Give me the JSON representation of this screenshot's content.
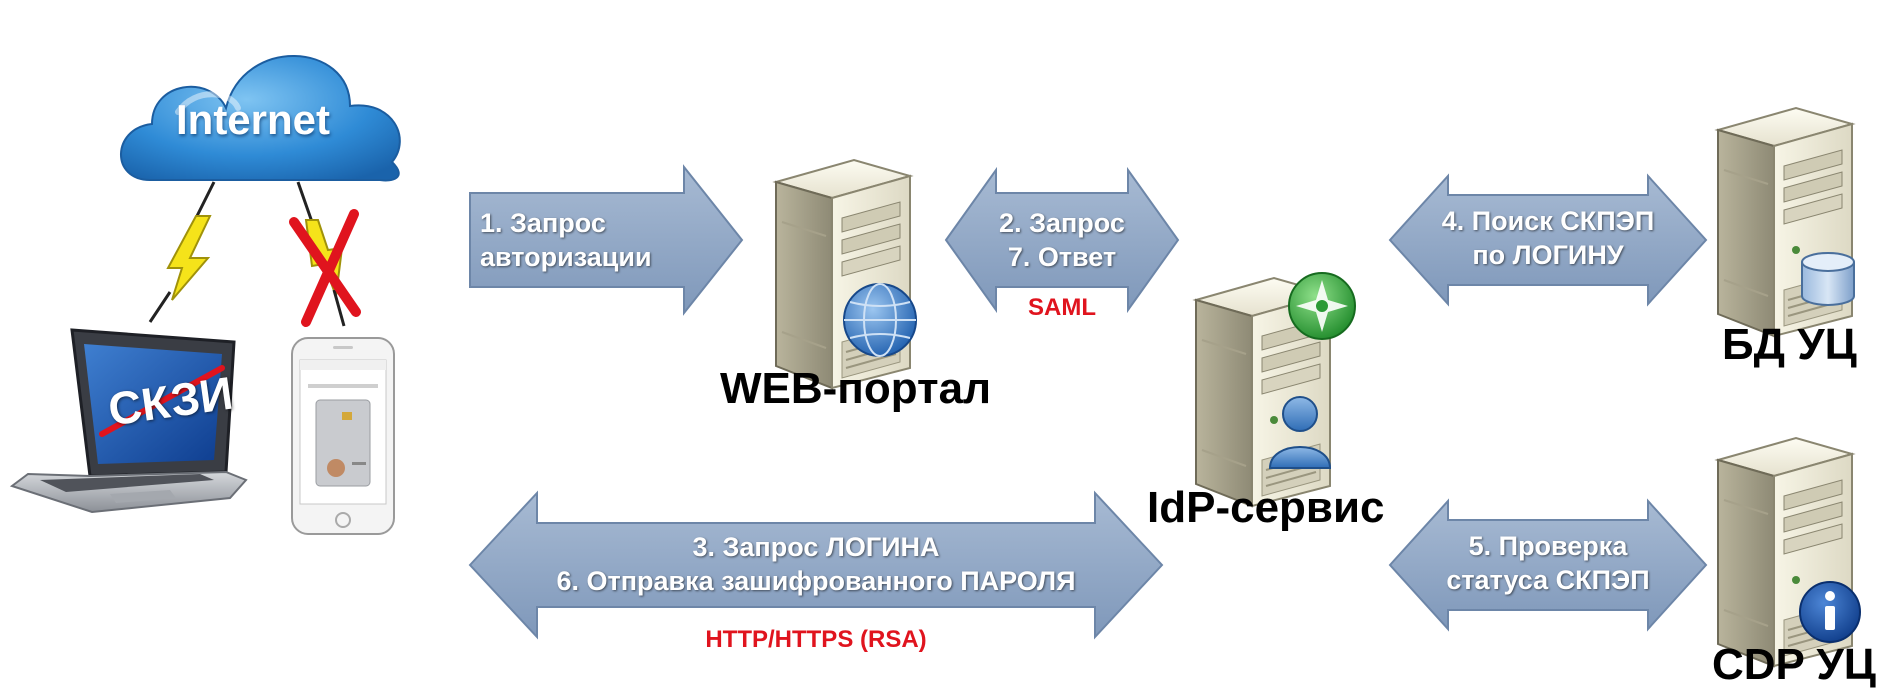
{
  "cloud": {
    "label": "Internet",
    "icon": "cloud-icon"
  },
  "crossed_label": "СКЗИ",
  "arrows": {
    "auth_request": {
      "lines": [
        "1. Запрос",
        "авторизации"
      ]
    },
    "saml": {
      "lines": [
        "2. Запрос",
        "7. Ответ"
      ],
      "protocol": "SAML"
    },
    "login": {
      "lines": [
        "3. Запрос ЛОГИНА",
        "6. Отправка зашифрованного ПАРОЛЯ"
      ],
      "protocol": "HTTP/HTTPS (RSA)"
    },
    "search": {
      "lines": [
        "4. Поиск СКПЭП",
        "по ЛОГИНУ"
      ]
    },
    "status": {
      "lines": [
        "5. Проверка",
        "статуса СКПЭП"
      ]
    }
  },
  "nodes": {
    "web": {
      "label": "WEB-портал",
      "icon": "globe-icon"
    },
    "idp": {
      "label": "IdP-сервис",
      "icon": "user-icon"
    },
    "db": {
      "label": "БД УЦ",
      "icon": "database-icon"
    },
    "cdp": {
      "label": "CDP УЦ",
      "icon": "info-icon"
    }
  },
  "colors": {
    "arrow_fill": "#8aa2c1",
    "arrow_stroke": "#6d86a8",
    "protocol_text": "#e0141e",
    "cross": "#e0141e",
    "cloud": "#2f8bd6",
    "lightning": "#f5e31a"
  }
}
